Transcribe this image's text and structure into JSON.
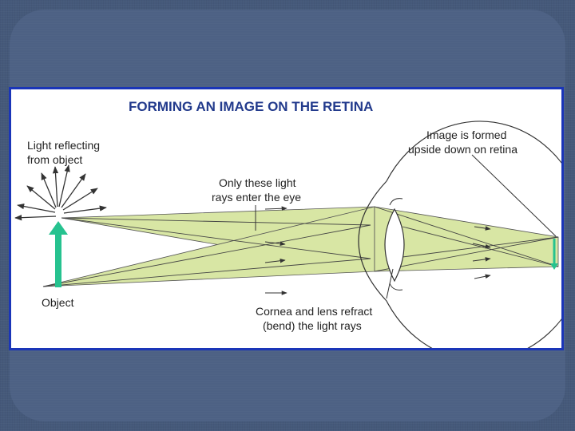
{
  "title": "FORMING AN IMAGE ON THE RETINA",
  "labels": {
    "light_reflecting_1": "Light reflecting",
    "light_reflecting_2": "from object",
    "only_these_1": "Only these light",
    "only_these_2": "rays enter the eye",
    "image_formed_1": "Image is formed",
    "image_formed_2": "upside down on retina",
    "object": "Object",
    "cornea_1": "Cornea and lens refract",
    "cornea_2": "(bend) the light rays"
  },
  "colors": {
    "ray_fill": "#d8e6a4",
    "arrow": "#26c28f",
    "frame_border": "#1a35b8",
    "title": "#223a8c"
  }
}
